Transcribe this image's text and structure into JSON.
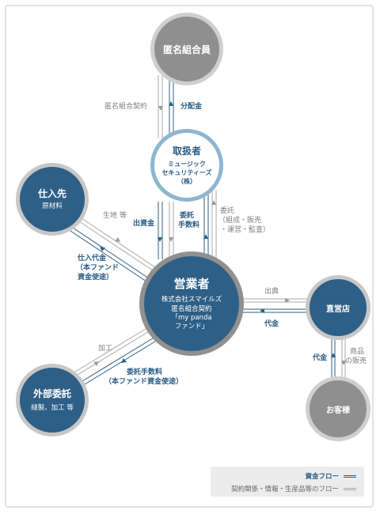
{
  "nodes": {
    "investors": {
      "title": "匿名組合員"
    },
    "handler": {
      "title": "取扱者",
      "sub1": "ミュージック",
      "sub2": "セキュリティーズ（株）"
    },
    "supplier": {
      "title": "仕入先",
      "sub": "原材料"
    },
    "operator": {
      "title": "営業者",
      "sub1": "株式会社スマイルズ",
      "sub2": "匿名組合契約",
      "sub3": "「my panda",
      "sub4": "ファンド」"
    },
    "outsource": {
      "title": "外部委託",
      "sub": "縫製、加工 等"
    },
    "store": {
      "title": "直営店"
    },
    "customer": {
      "title": "お客様"
    }
  },
  "labels": {
    "anon_contract": "匿名組合契約",
    "distribution": "分配金",
    "consign_gray_1": "委託",
    "consign_gray_2": "（組成・販売",
    "consign_gray_3": "・運営・監査）",
    "investment": "出資金",
    "fee_1": "委託",
    "fee_2": "手数料",
    "fabric": "生地 等",
    "purchase_1": "仕入代金",
    "purchase_2": "（本ファンド",
    "purchase_3": "資金使途）",
    "supply_out": "出典",
    "payment_store": "代金",
    "processing": "加工",
    "outsource_fee_1": "委託手数料",
    "outsource_fee_2": "（本ファンド資金使途）",
    "payment_customer": "代金",
    "goods_1": "商品",
    "goods_2": "の販売"
  },
  "legend": {
    "funds_flow": "資金フロー",
    "contract_flow": "契約関係・情報・生産品等のフロー"
  },
  "colors": {
    "blue": "#2e5f86",
    "gray": "#8f8f8f",
    "accent": "#2a5b85"
  }
}
